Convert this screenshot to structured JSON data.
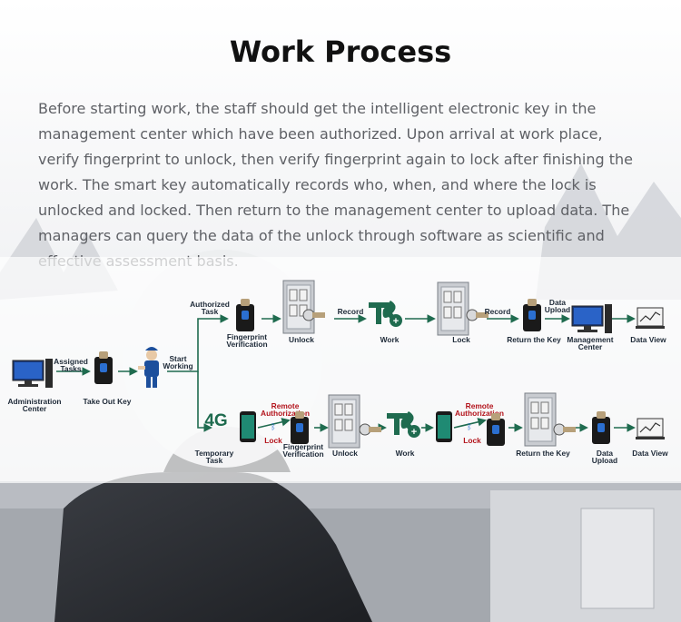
{
  "title": "Work Process",
  "intro": "Before starting work, the staff should get the intelligent electronic key in the management center which have been authorized. Upon arrival at work place, verify fingerprint to unlock, then verify fingerprint again to lock after finishing the work. The smart key automatically records who, when, and where the lock is unlocked and locked. Then return to the management center to upload data. The managers can query the data of the unlock through software as scientific and effective assessment basis.",
  "diagram": {
    "start": {
      "admin_center": [
        "Administration",
        "Center"
      ],
      "assigned_tasks": [
        "Assigned",
        "Tasks"
      ],
      "take_out_key": "Take Out Key",
      "start_working": [
        "Start",
        "Working"
      ]
    },
    "top_row": {
      "authorized_task": [
        "Authorized",
        "Task"
      ],
      "fingerprint_verification": [
        "Fingerprint",
        "Verification"
      ],
      "unlock": "Unlock",
      "record_1": "Record",
      "work": "Work",
      "lock": "Lock",
      "record_2": "Record",
      "return_key": "Return the Key",
      "data_upload": [
        "Data",
        "Upload"
      ],
      "management_center": [
        "Management",
        "Center"
      ],
      "data_view": "Data View"
    },
    "bottom_row": {
      "network_badge": "4G",
      "temporary_task": [
        "Temporary",
        "Task"
      ],
      "remote_authorization_1": [
        "Remote",
        "Authorization"
      ],
      "lock_1": "Lock",
      "fingerprint_verification": [
        "Fingerprint",
        "Verification"
      ],
      "unlock": "Unlock",
      "work": "Work",
      "remote_authorization_2": [
        "Remote",
        "Authorization"
      ],
      "lock_2": "Lock",
      "return_key": "Return the Key",
      "data_upload": [
        "Data",
        "Upload"
      ],
      "data_view": "Data View"
    }
  },
  "colors": {
    "arrow": "#1f6b4f",
    "accent_red": "#b3141c",
    "label": "#1e2a38",
    "device": "#1a1a1a",
    "cabinet": "#c9ccd1"
  }
}
